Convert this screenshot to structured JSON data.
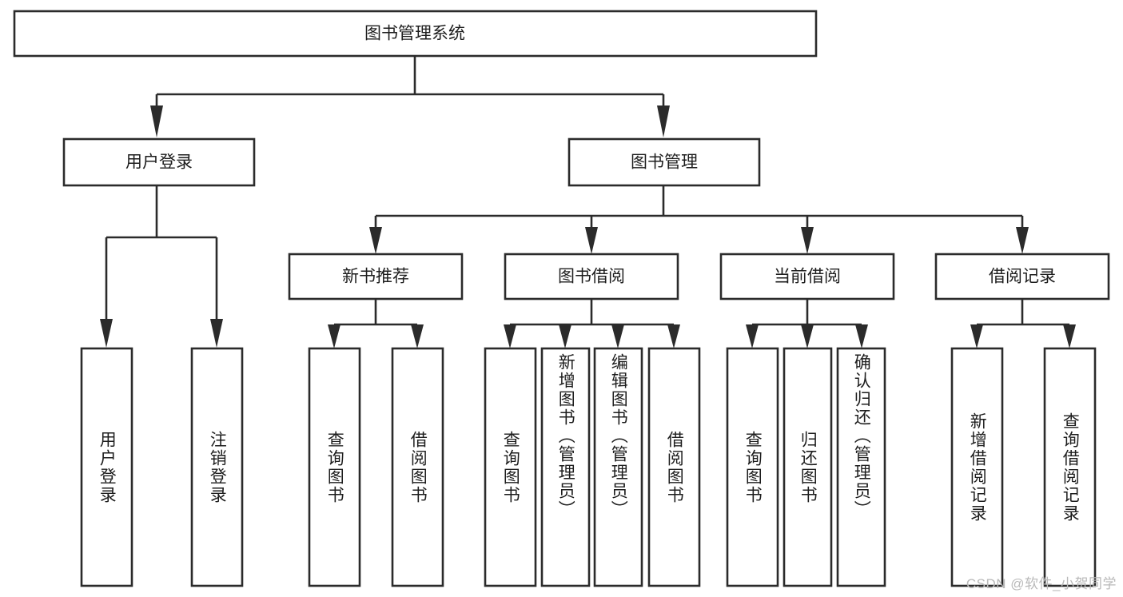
{
  "diagram": {
    "title": "图书管理系统",
    "type": "hierarchy-tree",
    "root": {
      "id": "root",
      "label": "图书管理系统",
      "orientation": "horizontal"
    },
    "level2": [
      {
        "id": "user-login",
        "label": "用户登录",
        "orientation": "horizontal"
      },
      {
        "id": "book-management",
        "label": "图书管理",
        "orientation": "horizontal"
      }
    ],
    "level3": [
      {
        "id": "new-book-recommend",
        "label": "新书推荐",
        "parent": "book-management",
        "orientation": "horizontal"
      },
      {
        "id": "book-borrow",
        "label": "图书借阅",
        "parent": "book-management",
        "orientation": "horizontal"
      },
      {
        "id": "current-borrow",
        "label": "当前借阅",
        "parent": "book-management",
        "orientation": "horizontal"
      },
      {
        "id": "borrow-record",
        "label": "借阅记录",
        "parent": "book-management",
        "orientation": "horizontal"
      }
    ],
    "leaves": [
      {
        "id": "leaf-user-login",
        "label": "用户登录",
        "parent": "user-login",
        "orientation": "vertical"
      },
      {
        "id": "leaf-logout-login",
        "label": "注销登录",
        "parent": "user-login",
        "orientation": "vertical"
      },
      {
        "id": "leaf-query-book-1",
        "label": "查询图书",
        "parent": "new-book-recommend",
        "orientation": "vertical"
      },
      {
        "id": "leaf-borrow-book-1",
        "label": "借阅图书",
        "parent": "new-book-recommend",
        "orientation": "vertical"
      },
      {
        "id": "leaf-query-book-2",
        "label": "查询图书",
        "parent": "book-borrow",
        "orientation": "vertical"
      },
      {
        "id": "leaf-add-book",
        "label": "新增图书（管理员）",
        "parent": "book-borrow",
        "orientation": "vertical"
      },
      {
        "id": "leaf-edit-book",
        "label": "编辑图书（管理员）",
        "parent": "book-borrow",
        "orientation": "vertical"
      },
      {
        "id": "leaf-borrow-book-2",
        "label": "借阅图书",
        "parent": "book-borrow",
        "orientation": "vertical"
      },
      {
        "id": "leaf-query-book-3",
        "label": "查询图书",
        "parent": "current-borrow",
        "orientation": "vertical"
      },
      {
        "id": "leaf-return-book",
        "label": "归还图书",
        "parent": "current-borrow",
        "orientation": "vertical"
      },
      {
        "id": "leaf-confirm-return",
        "label": "确认归还（管理员）",
        "parent": "current-borrow",
        "orientation": "vertical"
      },
      {
        "id": "leaf-add-record",
        "label": "新增借阅记录",
        "parent": "borrow-record",
        "orientation": "vertical"
      },
      {
        "id": "leaf-query-record",
        "label": "查询借阅记录",
        "parent": "borrow-record",
        "orientation": "vertical"
      }
    ],
    "watermark": "CSDN @软件_小贺同学",
    "colors": {
      "background": "#ffffff",
      "stroke": "#2b2b2b",
      "text": "#1d1d1d",
      "watermark": "#b9b9b9"
    }
  }
}
